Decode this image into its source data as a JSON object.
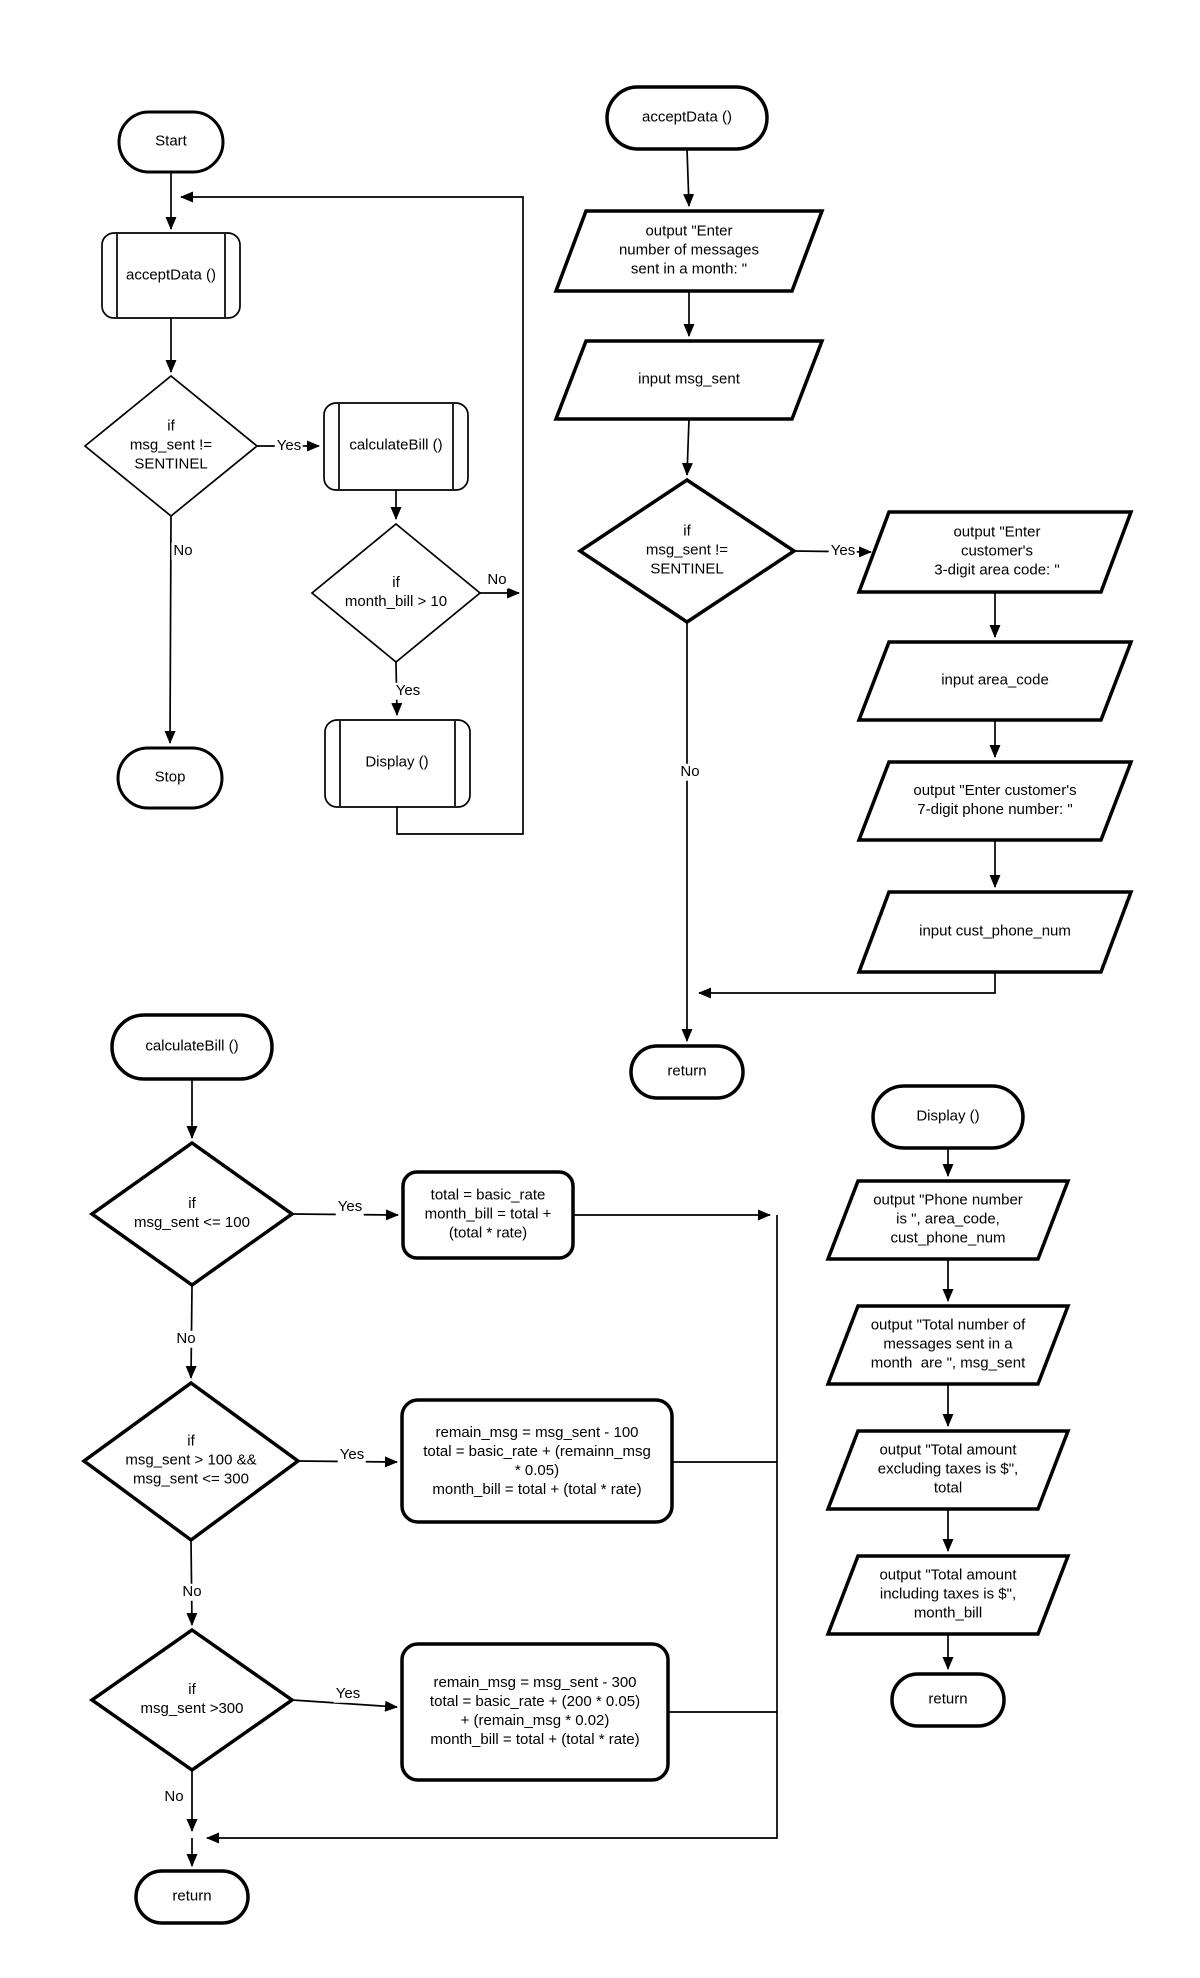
{
  "diagram": {
    "background_color": "#ffffff",
    "stroke_color": "#000000",
    "yes_label": "Yes",
    "no_label": "No",
    "main_flow": {
      "start": "Start",
      "accept_data_call": "acceptData ()",
      "sentinel_decision": "if\nmsg_sent !=\nSENTINEL",
      "calculate_bill_call": "calculateBill ()",
      "month_bill_decision": "if\nmonth_bill > 10",
      "display_call": "Display ()",
      "stop": "Stop"
    },
    "accept_data_flow": {
      "title": "acceptData ()",
      "output_messages_prompt": "output \"Enter\nnumber of messages\nsent in a month: \"",
      "input_msg_sent": "input msg_sent",
      "sentinel_decision": "if\nmsg_sent !=\nSENTINEL",
      "output_area_code_prompt": "output \"Enter\ncustomer's\n3-digit area code: \"",
      "input_area_code": "input area_code",
      "output_phone_prompt": "output \"Enter customer's\n7-digit phone number: \"",
      "input_phone": "input cust_phone_num",
      "return_label": "return"
    },
    "calculate_bill_flow": {
      "title": "calculateBill ()",
      "tier1_decision": "if\nmsg_sent <= 100",
      "tier1_process": "total = basic_rate\nmonth_bill = total +\n(total * rate)",
      "tier2_decision": "if\nmsg_sent > 100 &&\nmsg_sent <= 300",
      "tier2_process": "remain_msg = msg_sent - 100\ntotal = basic_rate + (remainn_msg\n* 0.05)\nmonth_bill = total + (total * rate)",
      "tier3_decision": "if\nmsg_sent >300",
      "tier3_process": "remain_msg = msg_sent - 300\ntotal = basic_rate + (200 * 0.05)\n+ (remain_msg * 0.02)\nmonth_bill = total + (total * rate)",
      "return_label": "return"
    },
    "display_flow": {
      "title": "Display ()",
      "output_phone": "output \"Phone number\nis \", area_code,\ncust_phone_num",
      "output_messages": "output \"Total number of\nmessages sent in a\nmonth  are \", msg_sent",
      "output_excluding": "output \"Total amount\nexcluding taxes is $\",\ntotal",
      "output_including": "output \"Total amount\nincluding taxes is $\",\nmonth_bill",
      "return_label": "return"
    }
  }
}
